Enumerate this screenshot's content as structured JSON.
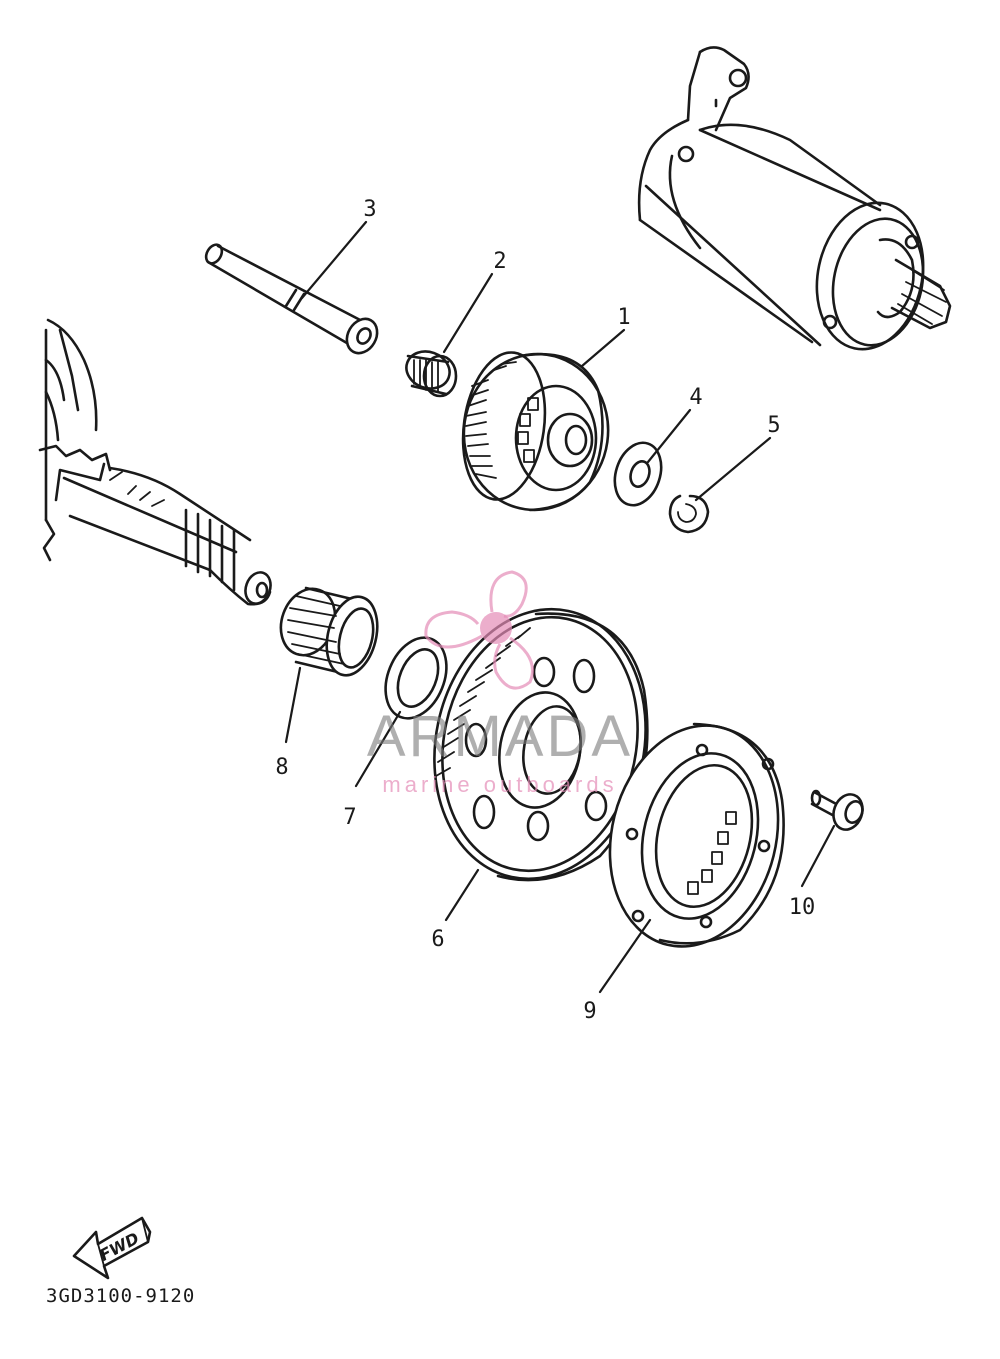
{
  "diagram_code": "3GD3100-9120",
  "fwd_label": "FWD",
  "watermark": {
    "brand": "ARMADA",
    "tagline": "marine outboards",
    "accent_color": "#e48bb6"
  },
  "callouts": [
    {
      "id": "1",
      "label": "1"
    },
    {
      "id": "2",
      "label": "2"
    },
    {
      "id": "3",
      "label": "3"
    },
    {
      "id": "4",
      "label": "4"
    },
    {
      "id": "5",
      "label": "5"
    },
    {
      "id": "6",
      "label": "6"
    },
    {
      "id": "7",
      "label": "7"
    },
    {
      "id": "8",
      "label": "8"
    },
    {
      "id": "9",
      "label": "9"
    },
    {
      "id": "10",
      "label": "10"
    }
  ],
  "icons": {
    "fwd_arrow": "fwd-arrow-icon",
    "watermark_logo": "propeller-logo-icon"
  }
}
